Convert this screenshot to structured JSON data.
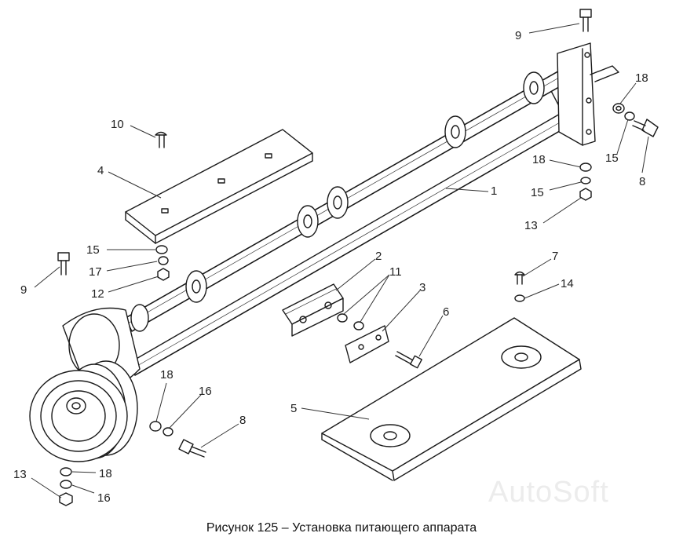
{
  "figure": {
    "caption": "Рисунок 125 – Установка питающего аппарата",
    "watermark": "AutoSoft"
  },
  "callouts": [
    {
      "id": "c9a",
      "text": "9"
    },
    {
      "id": "c10",
      "text": "10"
    },
    {
      "id": "c4",
      "text": "4"
    },
    {
      "id": "c18a",
      "text": "18"
    },
    {
      "id": "c15a",
      "text": "15"
    },
    {
      "id": "c8a",
      "text": "8"
    },
    {
      "id": "c18b",
      "text": "18"
    },
    {
      "id": "c1",
      "text": "1"
    },
    {
      "id": "c15b",
      "text": "15"
    },
    {
      "id": "c13a",
      "text": "13"
    },
    {
      "id": "c15c",
      "text": "15"
    },
    {
      "id": "c17",
      "text": "17"
    },
    {
      "id": "c9b",
      "text": "9"
    },
    {
      "id": "c12",
      "text": "12"
    },
    {
      "id": "c2",
      "text": "2"
    },
    {
      "id": "c11",
      "text": "11"
    },
    {
      "id": "c3",
      "text": "3"
    },
    {
      "id": "c7",
      "text": "7"
    },
    {
      "id": "c14",
      "text": "14"
    },
    {
      "id": "c6",
      "text": "6"
    },
    {
      "id": "c18c",
      "text": "18"
    },
    {
      "id": "c16a",
      "text": "16"
    },
    {
      "id": "c8b",
      "text": "8"
    },
    {
      "id": "c5",
      "text": "5"
    },
    {
      "id": "c13b",
      "text": "13"
    },
    {
      "id": "c18d",
      "text": "18"
    },
    {
      "id": "c16b",
      "text": "16"
    }
  ]
}
